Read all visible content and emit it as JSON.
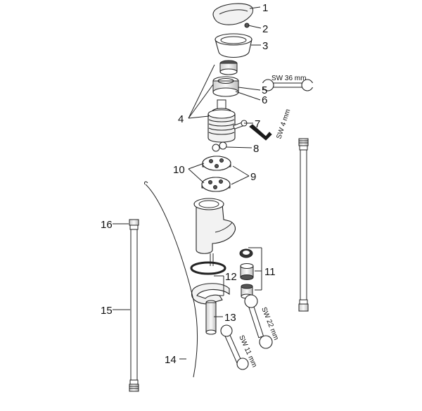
{
  "callouts": {
    "n1": "1",
    "n2": "2",
    "n3": "3",
    "n4": "4",
    "n5": "5",
    "n6": "6",
    "n7": "7",
    "n8": "8",
    "n9": "9",
    "n10": "10",
    "n11": "11",
    "n12": "12",
    "n13": "13",
    "n14": "14",
    "n15": "15",
    "n16": "16"
  },
  "tools": {
    "wrench_36": "SW 36 mm",
    "hex_4": "SW 4 mm",
    "wrench_22": "SW 22 mm",
    "wrench_11": "SW 11 mm"
  }
}
